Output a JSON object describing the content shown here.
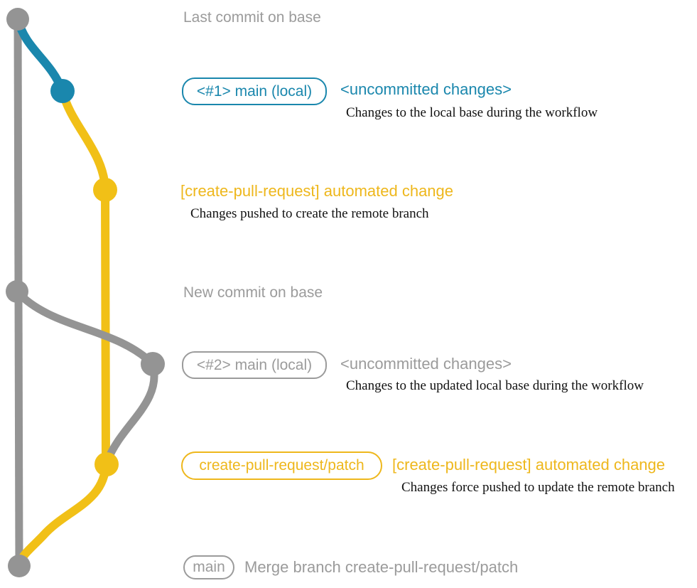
{
  "diagram": {
    "top_label": "Last commit on base",
    "mid_label": "New commit on base",
    "branch1": {
      "box": "<#1> main (local)",
      "heading": "<uncommitted changes>",
      "caption": "Changes to the local base during the workflow"
    },
    "push1": {
      "heading": "[create-pull-request] automated change",
      "caption": "Changes pushed to create the remote branch"
    },
    "branch2": {
      "box": "<#2> main (local)",
      "heading": "<uncommitted changes>",
      "caption": "Changes to the updated local base during the workflow"
    },
    "push2": {
      "box": "create-pull-request/patch",
      "heading": "[create-pull-request] automated change",
      "caption": "Changes force pushed to update the remote branch"
    },
    "merge": {
      "box": "main",
      "heading": "Merge branch create-pull-request/patch"
    }
  },
  "colors": {
    "gray_line": "#949494",
    "gray_text": "#9b9b9b",
    "teal": "#1a87ad",
    "yellow_line": "#f1c017",
    "yellow_text": "#eeb71c",
    "caption_text": "#111111",
    "background": "#ffffff"
  }
}
